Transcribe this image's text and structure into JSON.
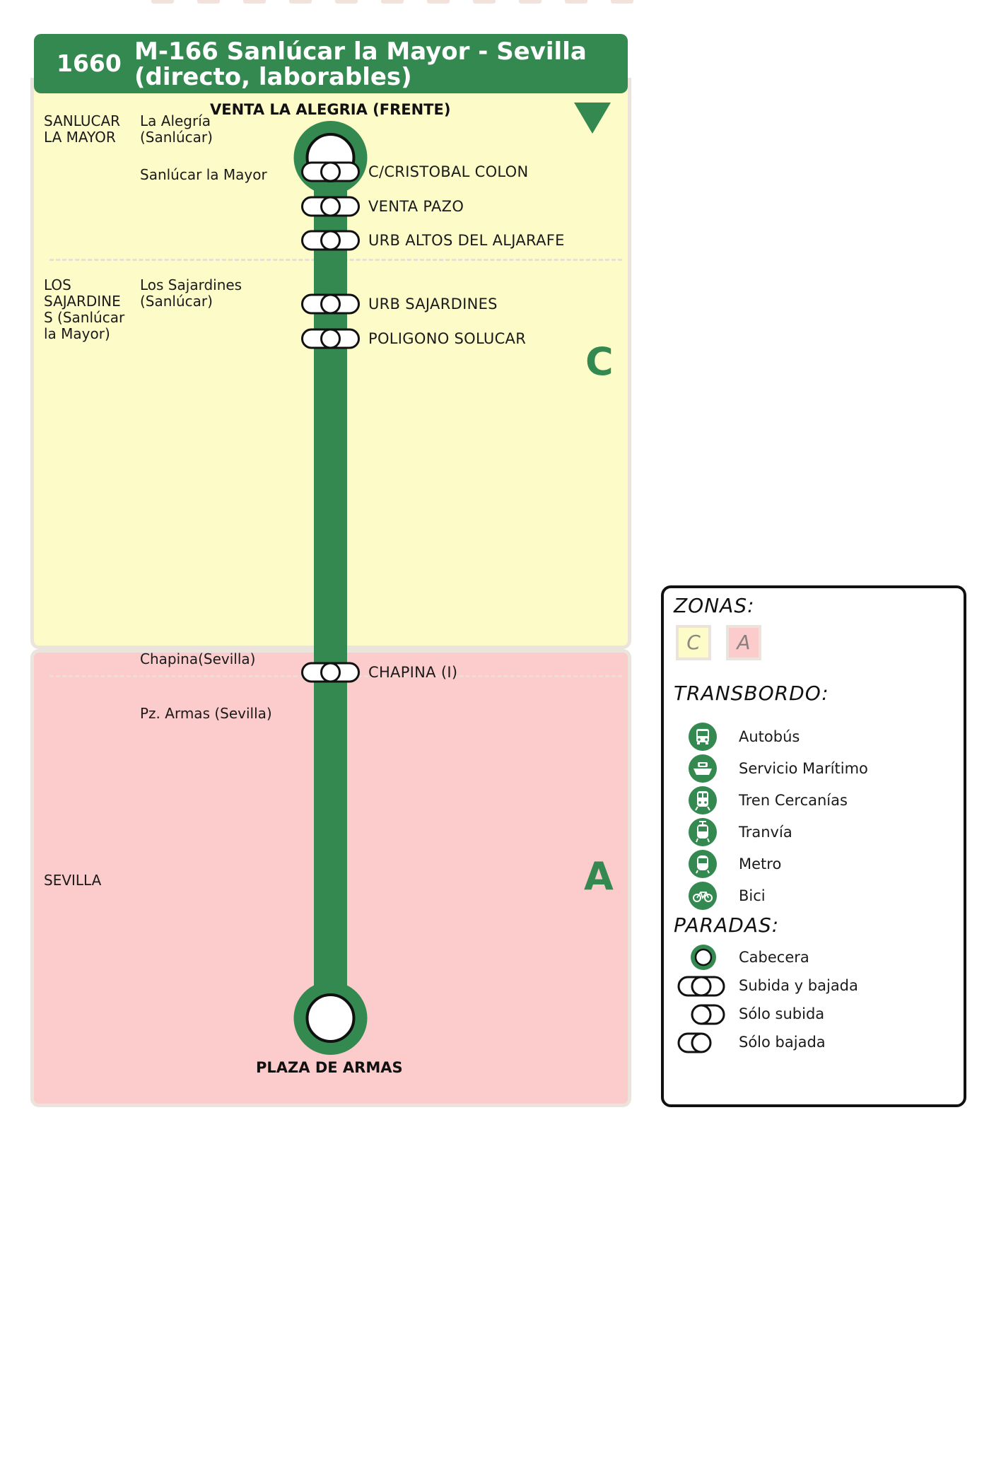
{
  "header": {
    "line_number": "1660",
    "title_line1": "M-166 Sanlúcar la Mayor - Sevilla",
    "title_line2": "(directo, laborables)"
  },
  "colors": {
    "route_green": "#33894f",
    "zone_c_fill": "#fdfbc7",
    "zone_a_fill": "#fccbcb",
    "zone_border": "#ebe4dc"
  },
  "zones": [
    {
      "letter": "C"
    },
    {
      "letter": "A"
    }
  ],
  "direction_icon": "down-triangle-icon",
  "areas": {
    "sanlucar_muni": "SANLUCAR\nLA MAYOR",
    "sajardines_muni": "LOS\nSAJARDINE\nS (Sanlúcar\nla Mayor)",
    "sevilla_muni": "SEVILLA",
    "la_alegria": "La Alegría\n(Sanlúcar)",
    "sanlucar_locality": "Sanlúcar la Mayor",
    "sajardines_locality": "Los Sajardines\n(Sanlúcar)",
    "chapina_locality": "Chapina(Sevilla)",
    "pz_armas_locality": "Pz. Armas (Sevilla)"
  },
  "stops": {
    "origin": "VENTA LA ALEGRIA (FRENTE)",
    "s1": "C/CRISTOBAL COLON",
    "s2": "VENTA PAZO",
    "s3": "URB ALTOS DEL ALJARAFE",
    "s4": "URB SAJARDINES",
    "s5": "POLIGONO SOLUCAR",
    "s6": "CHAPINA (I)",
    "destination": "PLAZA DE ARMAS"
  },
  "legend": {
    "zonas_title": "ZONAS:",
    "zone_c": "C",
    "zone_a": "A",
    "transbordo_title": "TRANSBORDO:",
    "transfers": [
      {
        "label": "Autobús",
        "icon": "bus-icon"
      },
      {
        "label": "Servicio Marítimo",
        "icon": "ship-icon"
      },
      {
        "label": "Tren Cercanías",
        "icon": "train-icon"
      },
      {
        "label": "Tranvía",
        "icon": "tram-icon"
      },
      {
        "label": "Metro",
        "icon": "metro-icon"
      },
      {
        "label": "Bici",
        "icon": "bike-icon"
      }
    ],
    "paradas_title": "PARADAS:",
    "stop_types": [
      {
        "label": "Cabecera",
        "icon": "terminus-icon"
      },
      {
        "label": "Subida y bajada",
        "icon": "board-alight-icon"
      },
      {
        "label": "Sólo subida",
        "icon": "board-only-icon"
      },
      {
        "label": "Sólo bajada",
        "icon": "alight-only-icon"
      }
    ]
  }
}
